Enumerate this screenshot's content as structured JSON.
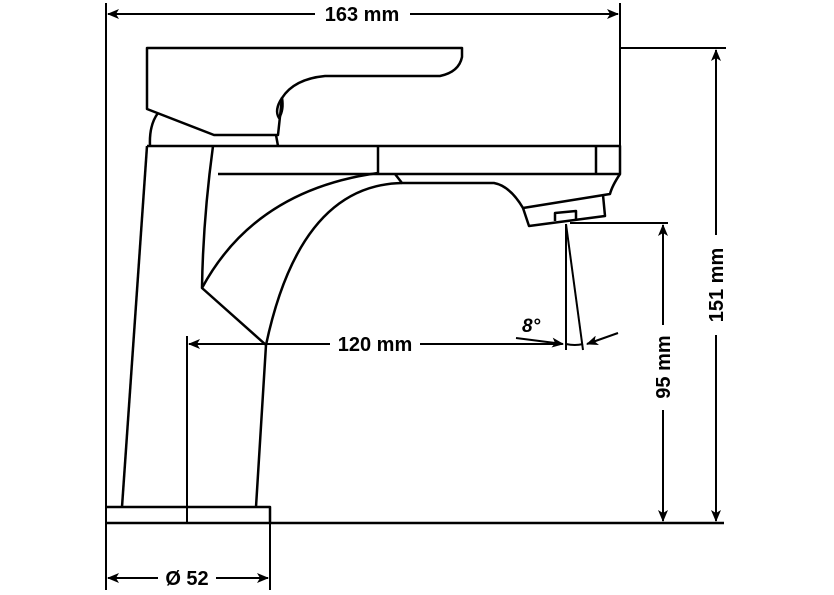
{
  "drawing": {
    "subject": "Basin mixer faucet side view with dimensions",
    "line_color": "#000000",
    "background_color": "#ffffff"
  },
  "dimensions": {
    "overall_width": {
      "label": "163 mm",
      "value": 163,
      "unit": "mm"
    },
    "overall_height": {
      "label": "151 mm",
      "value": 151,
      "unit": "mm"
    },
    "spout_reach": {
      "label": "120 mm",
      "value": 120,
      "unit": "mm"
    },
    "spout_height": {
      "label": "95 mm",
      "value": 95,
      "unit": "mm"
    },
    "base_diameter": {
      "label": "Ø 52",
      "value": 52,
      "unit": "mm"
    },
    "flow_angle": {
      "label": "8°",
      "value": 8,
      "unit": "deg"
    }
  }
}
